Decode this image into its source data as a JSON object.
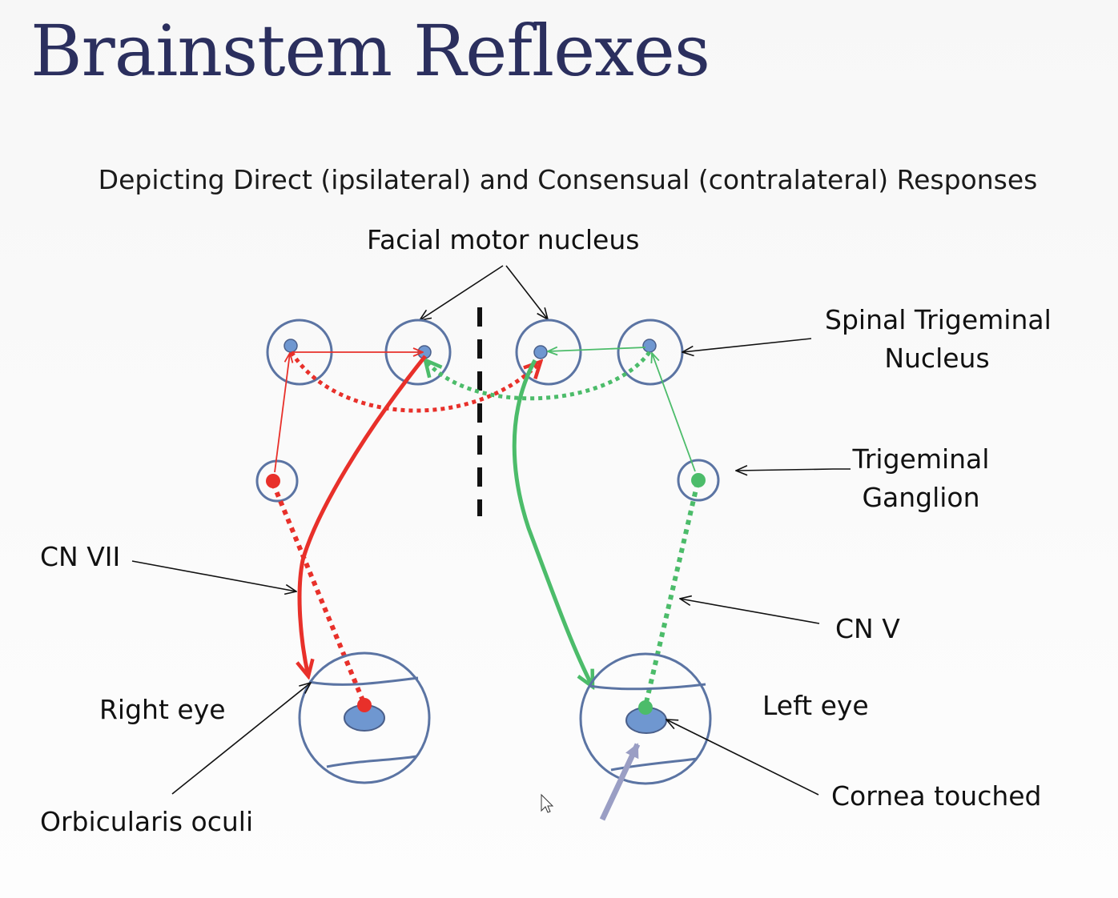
{
  "slide": {
    "title": "Brainstem Reflexes",
    "subtitle": "Depicting Direct (ipsilateral) and Consensual (contralateral) Responses"
  },
  "labels": {
    "facial_motor_nucleus": "Facial motor nucleus",
    "spinal_trigeminal_nucleus_line1": "Spinal Trigeminal",
    "spinal_trigeminal_nucleus_line2": "Nucleus",
    "trigeminal_ganglion_line1": "Trigeminal",
    "trigeminal_ganglion_line2": "Ganglion",
    "cn_vii": "CN VII",
    "cn_v": "CN V",
    "right_eye": "Right eye",
    "left_eye": "Left eye",
    "orbicularis_oculi": "Orbicularis oculi",
    "cornea_touched": "Cornea touched"
  },
  "colors": {
    "title": "#2b2f5e",
    "circle_stroke": "#5b74a3",
    "nucleus_fill": "#6f97d0",
    "efferent_red": "#e8302a",
    "afferent_green": "#4cbc6a",
    "midline": "#111111",
    "stimulus_arrow": "#9a9ec4"
  }
}
